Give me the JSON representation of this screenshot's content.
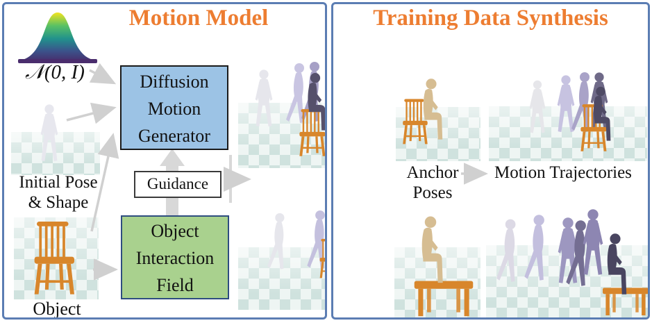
{
  "motion_model": {
    "title": "Motion Model",
    "noise_label": "𝒩(0, I)",
    "initial_pose_label_line1": "Initial Pose",
    "initial_pose_label_line2": "& Shape",
    "object_label": "Object",
    "diffusion_box": {
      "line1": "Diffusion",
      "line2": "Motion",
      "line3": "Generator"
    },
    "guidance_label": "Guidance",
    "interaction_box": {
      "line1": "Object",
      "line2": "Interaction",
      "line3": "Field"
    }
  },
  "training_synthesis": {
    "title": "Training Data Synthesis",
    "anchor_label_line1": "Anchor",
    "anchor_label_line2": "Poses",
    "trajectories_label": "Motion Trajectories"
  },
  "icons": {
    "gaussian_curve_icon": "viridis bell curve shape",
    "standing_person_icon": "svg human silhouette",
    "walking_person_icon": "svg human silhouette mid-stride",
    "sitting_person_icon": "svg human silhouette seated",
    "chair_icon": "svg windsor chair",
    "table_icon": "svg wooden table",
    "arrow_right_icon": "gray svg arrow",
    "arrow_up_icon": "thick gray svg arrow"
  },
  "colors": {
    "accent_orange": "#ED7D31",
    "panel_border_blue": "#5B7DB3",
    "diffusion_box_fill": "#9CC3E5",
    "diffusion_box_border": "#1A1A1A",
    "interaction_box_fill": "#A9D18E",
    "interaction_box_border": "#2E4D80",
    "guidance_box_border": "#3A3A3A",
    "arrow_gray": "#D2D2D2",
    "chair_orange": "#D8862B",
    "anchor_person_beige": "#D6BD92",
    "floor_checker_teal": "#CFE2DE",
    "text_black": "#111111"
  }
}
